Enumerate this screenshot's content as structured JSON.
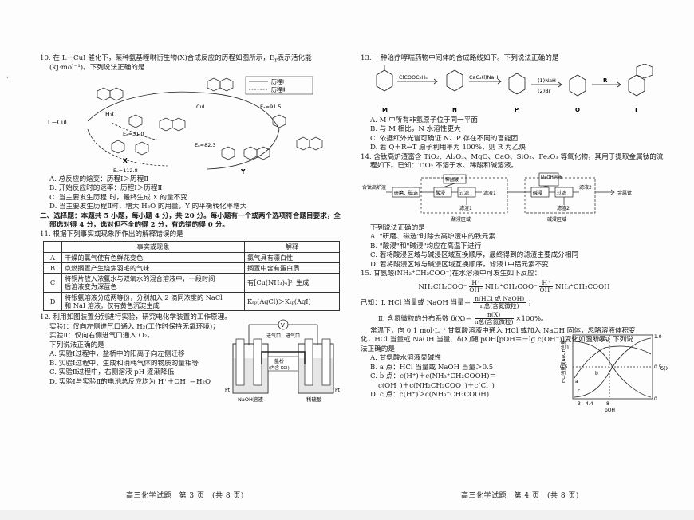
{
  "left": {
    "q10": {
      "stem1": "10. 在 L－CuI 催化下，某种氨基喹啉衍生物(X)合成反应的历程如图所示，E",
      "stem1_sub": "r",
      "stem1_tail": "表示活化能",
      "stem2": "(kJ·mol⁻¹)。下列说法正确的是",
      "legend": [
        "历程Ⅰ",
        "历程Ⅱ"
      ],
      "energies": [
        "Eₐ=91.5",
        "Eₐ=31.0",
        "Eₐ=82.3",
        "Eₐ=112.8"
      ],
      "labels": [
        "L－CuI",
        "H₂O",
        "X",
        "Y",
        "CuI"
      ],
      "options": [
        "A. 总反应的焓变：历程Ⅰ＞历程Ⅱ",
        "B. 开始反应时的速率：历程Ⅰ＞历程Ⅱ",
        "C. 当主要发生历程Ⅰ时，最终生成 X 的量不变",
        "D. 当主要发生历程Ⅱ时，增大 H₂O 的用量，Y 的平衡转化率增大"
      ]
    },
    "section2": [
      "二、选择题：本题共 5 小题，每小题 4 分，共 20 分。每小题有一个或两个选项符合题目要求，全",
      "部选对得 4 分，选对但不全的得 2 分，有选错的得 0 分。"
    ],
    "q11": {
      "stem": "11. 根据下列事实或现象所作出的解释错误的是",
      "head": [
        "",
        "事实或现象",
        "解释"
      ],
      "rows": [
        {
          "k": "A",
          "fact": [
            "干燥的氯气使有色鲜花变色"
          ],
          "exp": "氯气具有漂白性"
        },
        {
          "k": "B",
          "fact": [
            "点燃搁置产生烧焦羽毛的气味"
          ],
          "exp": "搁置中含有蛋白质"
        },
        {
          "k": "C",
          "fact": [
            "将铜片放入浓氨水与双氧水的混合溶液中，一段时间",
            "后溶液变为深蓝色"
          ],
          "exp": "有[Cu(NH₃)₄]²⁺生成"
        },
        {
          "k": "D",
          "fact": [
            "将银氨溶液分成两等份，分别加入 2 滴同浓度的 NaCl",
            "和 NaI 溶液，仅有黄色沉淀生成"
          ],
          "exp": "Kₛₚ(AgCl)＞Kₛₚ(AgI)"
        }
      ]
    },
    "q12": {
      "stem": "12. 利用如图装置分别进行实验，研究电化学装置的工作原理。",
      "lines": [
        "实验Ⅰ：仅向左侧进气口通入 H₂(工作时保持无氧环境)；",
        "实验Ⅱ：仅向右侧进气口通入 O₂。",
        "下列说法正确的是",
        "A. 实验Ⅰ过程中，盐桥中的阳离子向左侧迁移",
        "B. 实验Ⅰ过程中，生成和消耗气体的物质的量相等",
        "C. 实验Ⅱ过程中，右侧溶液 pH 逐渐降低",
        "D. 实验Ⅰ与实验Ⅱ的电池总反应均为 H⁺＋OH⁻＝H₂O"
      ],
      "fig": {
        "gas_in_l": "进气口",
        "gas_in_r": "进气口",
        "salt_bridge": "盐桥",
        "salt_bridge2": "(内含 KCl)",
        "pt": "Pt",
        "left_sol": "NaOH溶液",
        "right_sol": "稀硫酸",
        "meter": "V"
      }
    },
    "footer": "高三化学试题　第 3 页　(共 8 页)"
  },
  "right": {
    "q13": {
      "stem": "13. 一种治疗哮喘药物中间体的合成路线如下。下列说法正确的是",
      "labels": [
        "M",
        "N",
        "P",
        "Q",
        "T"
      ],
      "reagents": [
        "ClCOOC₂H₅",
        "CaC₂(l)NaH",
        "(1)NaH",
        "(2)Br",
        "R"
      ],
      "options": [
        "A. M 中所有非氢原子位于同一平面",
        "B. 与 M 相比，N 水溶性更大",
        "C. 依据红外光谱可确证 N、P 存在不同的官能团",
        "D. 若 Q＋R→T 原子利用率为 100%，则 R 为乙炔"
      ]
    },
    "q14": {
      "stem1": "14. 含钛高炉渣富含 TiO₂、Al₂O₃、MgO、CaO、SiO₂、Fe₂O₃ 等氧化物，其用于提取金属钛的流",
      "stem2": "程如下。已知：TiO₂ 不溶于水、稀酸和碱溶液。",
      "flow": {
        "start": "含钛高炉渣",
        "grind": "研磨、磁选",
        "acid": "稀盐酸",
        "acid_leach": "酸浸",
        "filter1": "过滤",
        "residue1": "滤渣1",
        "filtrate1": "滤液1",
        "naoh": "NaOH溶液",
        "base_leach": "碱浸",
        "filter2": "过滤",
        "residue2": "滤渣2",
        "filtrate2": "滤液2",
        "product": "金属钛",
        "zone1": "酸浸区域",
        "zone2": "碱浸区域"
      },
      "lead": "下列说法正确的是",
      "options": [
        "A. \"研磨、磁选\"时除去高炉渣中的铁元素",
        "B. \"酸浸\"和\"碱浸\"均应在高温下进行",
        "C. 若将酸浸区域与碱浸区域互换顺序，最终得到的滤渣主要成分相同",
        "D. 若将酸浸区域与碱浸区域互换顺序，滤液1中铝元素不变"
      ]
    },
    "q15": {
      "stem": "15. 甘氨酸(NH₂⁺CH₂COO⁻)在水溶液中可发生如下反应：",
      "eq_left": "NH₂CH₂COO⁻",
      "eq_mid": "NH₃⁺CH₂COO⁻",
      "eq_right": "NH₃⁺CH₂COOH",
      "eq_h": "H⁺",
      "eq_oh": "OH⁻",
      "known1_a": "已知：Ⅰ. HCl 当量或 NaOH 当量＝",
      "known1_num": "n(HCl 或 NaOH)",
      "known1_den": "n总(含氮微粒)",
      "known1_b": "；",
      "known2_a": "Ⅱ. 含氮微粒的分布系数 δ(X)＝",
      "known2_num": "n(X)",
      "known2_den": "n总(含氮微粒)",
      "known2_b": "×100%。",
      "para": [
        "常温下，向 0.1 mol·L⁻¹ 甘氨酸溶液中通入 HCl 或加入 NaOH 固体，忽略溶液体积变",
        "化，HCl 当量或 NaOH 当量、δ(X)随 pOH[pOH＝－lg c(OH⁻)]变化如图所示。下列说",
        "法正确的是"
      ],
      "options": [
        "A. 甘氨酸水溶液显碱性",
        "B. a 点：HCl 当量或 NaOH 当量＞0.5",
        "C. b 点：c(H⁺)＋c(NH₃⁺CH₂COOH)＝",
        "c(OH⁻)＋c(NH₂CH₂COO⁻)＋c(Cl⁻)",
        "D. c 点：c(H⁺)＞c(NH₃⁺CH₂COOH)"
      ],
      "graph": {
        "point": "(3,0.96)",
        "y_left_label": "HCl当量或NaOH当量",
        "y_right_label": "δ(X)",
        "x_label": "pOH",
        "x_ticks": [
          "3",
          "4.4",
          "8"
        ],
        "y_right_ticks": [
          "1.0",
          "0.5",
          "0"
        ],
        "y_left_ticks": [
          "1",
          "0.5"
        ],
        "pt_labels": [
          "a",
          "b",
          "c"
        ]
      }
    },
    "footer": "高三化学试题　第 4 页　(共 8 页)"
  }
}
